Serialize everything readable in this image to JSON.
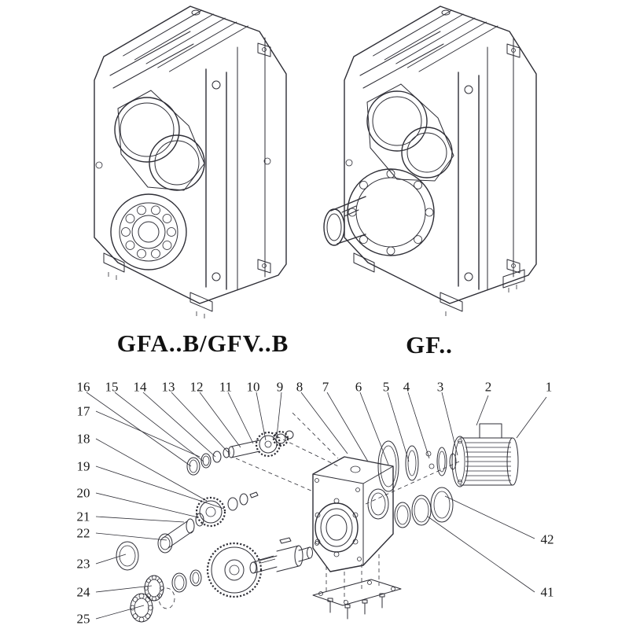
{
  "page": {
    "background": "#ffffff",
    "line_color": "#2e2e36"
  },
  "models": [
    {
      "label": "GFA..B/GFV..B"
    },
    {
      "label": "GF.."
    }
  ],
  "exploded_view": {
    "part_numbers": [
      "1",
      "2",
      "3",
      "4",
      "5",
      "6",
      "7",
      "8",
      "9",
      "10",
      "11",
      "12",
      "13",
      "14",
      "15",
      "16",
      "17",
      "18",
      "19",
      "20",
      "21",
      "22",
      "23",
      "24",
      "25",
      "41",
      "42"
    ]
  }
}
